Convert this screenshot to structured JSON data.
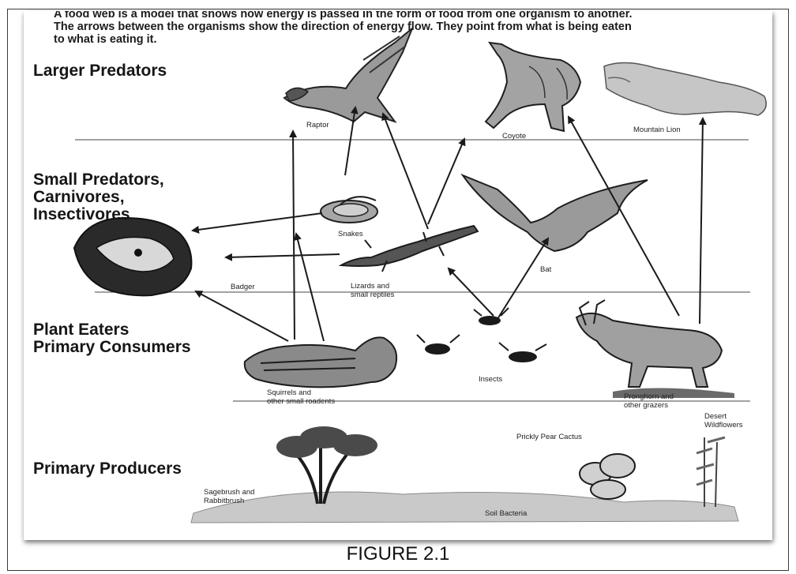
{
  "intro": {
    "line1": "A food web is a model that shows how energy is passed in the form of food from one organism to another.",
    "line2": "The arrows between the organisms show the direction of energy flow. They point from what is being eaten",
    "line3": "to what is eating it."
  },
  "levels": {
    "larger_predators": "Larger Predators",
    "small_predators_1": "Small Predators,",
    "small_predators_2": "Carnivores,",
    "small_predators_3": "Insectivores",
    "plant_eaters_1": "Plant Eaters",
    "plant_eaters_2": "Primary Consumers",
    "producers": "Primary Producers"
  },
  "organisms": {
    "raptor": "Raptor",
    "coyote": "Coyote",
    "mountain_lion": "Mountain Lion",
    "snakes": "Snakes",
    "bat": "Bat",
    "badger": "Badger",
    "lizards_1": "Lizards and",
    "lizards_2": "small reptiles",
    "insects": "Insects",
    "squirrels_1": "Squirrels and",
    "squirrels_2": "other small roadents",
    "pronghorn_1": "Pronghorn and",
    "pronghorn_2": "other grazers",
    "prickly_pear": "Prickly Pear Cactus",
    "wildflowers_1": "Desert",
    "wildflowers_2": "Wildflowers",
    "sagebrush_1": "Sagebrush and",
    "sagebrush_2": "Rabbitbrush",
    "soil_bacteria": "Soil Bacteria"
  },
  "caption": "FIGURE 2.1"
}
